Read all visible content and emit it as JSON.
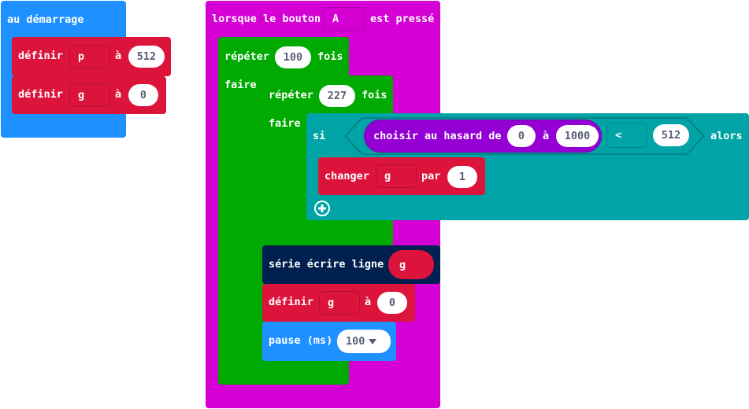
{
  "colors": {
    "basic": "#1e90ff",
    "variables": "#dc143c",
    "input": "#d400d4",
    "loops": "#00aa00",
    "logic": "#00a4a6",
    "math": "#9400d3",
    "serial": "#002050"
  },
  "on_start": {
    "label": "au démarrage",
    "set_p": {
      "label": "définir",
      "var": "p",
      "to": "à",
      "value": "512"
    },
    "set_g": {
      "label": "définir",
      "var": "g",
      "to": "à",
      "value": "0"
    }
  },
  "on_button": {
    "label_pre": "lorsque le bouton",
    "button": "A",
    "label_post": "est pressé",
    "outer_repeat": {
      "label": "répéter",
      "count": "100",
      "times": "fois",
      "do": "faire",
      "inner_repeat": {
        "label": "répéter",
        "count": "227",
        "times": "fois",
        "do": "faire",
        "if_block": {
          "if_label": "si",
          "random": {
            "label": "choisir au hasard de",
            "from": "0",
            "to_label": "à",
            "to": "1000"
          },
          "operator": "<",
          "compare": "512",
          "then_label": "alors",
          "change": {
            "label": "changer",
            "var": "g",
            "by": "par",
            "value": "1"
          },
          "add_icon": "plus-circle-icon"
        }
      },
      "serial": {
        "label": "série écrire ligne",
        "var": "g"
      },
      "set_g": {
        "label": "définir",
        "var": "g",
        "to": "à",
        "value": "0"
      },
      "pause": {
        "label": "pause (ms)",
        "value": "100",
        "dropdown_icon": "dropdown-triangle-icon"
      }
    }
  }
}
